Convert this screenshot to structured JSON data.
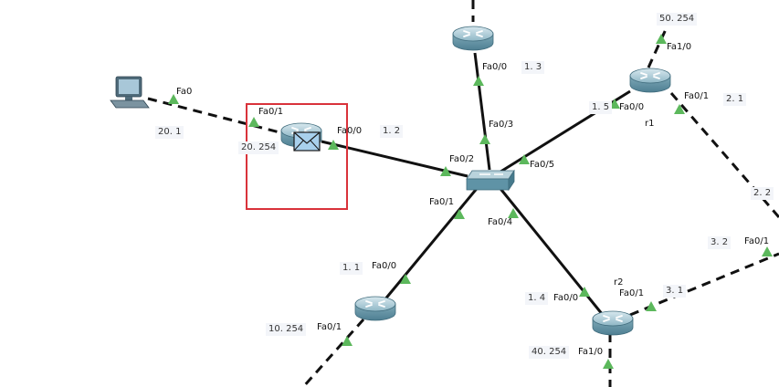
{
  "devices": {
    "router_top": {
      "icon": "router-icon"
    },
    "router_r1": {
      "name": "r1",
      "icon": "router-icon"
    },
    "router_r2": {
      "name": "r2",
      "icon": "router-icon"
    },
    "router_left": {
      "icon": "router-icon"
    },
    "router_bottom": {
      "icon": "router-icon"
    },
    "pc": {
      "icon": "pc-icon"
    },
    "switch": {
      "icon": "switch-icon"
    },
    "envelope": {
      "icon": "envelope-icon"
    }
  },
  "ports": {
    "pc_fa0": "Fa0",
    "left_router_fa0_1": "Fa0/1",
    "left_router_fa0_0": "Fa0/0",
    "switch_fa0_2": "Fa0/2",
    "switch_fa0_1": "Fa0/1",
    "switch_fa0_3": "Fa0/3",
    "switch_fa0_4": "Fa0/4",
    "switch_fa0_5": "Fa0/5",
    "top_router_fa0_0": "Fa0/0",
    "r1_fa0_0": "Fa0/0",
    "r1_fa1_0": "Fa1/0",
    "r1_fa0_1": "Fa0/1",
    "r2_fa0_0": "Fa0/0",
    "r2_fa0_1": "Fa0/1",
    "r2_fa1_0": "Fa1/0",
    "bottom_router_fa0_0": "Fa0/0",
    "bottom_router_fa0_1": "Fa0/1",
    "right_fa0_1": "Fa0/1"
  },
  "ips": {
    "ip_20_1": "20. 1",
    "ip_20_254": "20. 254",
    "ip_1_2": "1. 2",
    "ip_1_3": "1. 3",
    "ip_1_5": "1. 5",
    "ip_50_254": "50. 254",
    "ip_2_1": "2. 1",
    "ip_2_2": "2. 2",
    "ip_3_2": "3. 2",
    "ip_3_1": "3. 1",
    "ip_1_1": "1. 1",
    "ip_10_254": "10. 254",
    "ip_1_4": "1. 4",
    "ip_40_254": "40. 254"
  },
  "colors": {
    "link": "#111111",
    "link_up_triangle": "#5cb85c",
    "selection_box": "#d9323a",
    "router_body": "#7fa9b8",
    "switch_body": "#5f93a6"
  }
}
